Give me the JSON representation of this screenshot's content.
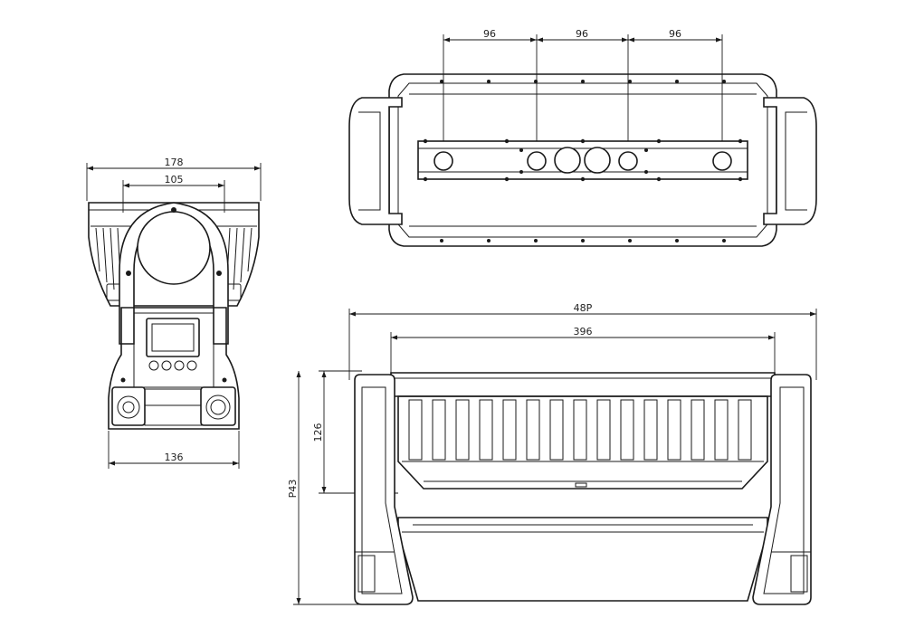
{
  "dimensions": {
    "front_width_top": "178",
    "front_width_inner": "105",
    "front_width_base": "136",
    "top_spacing_1": "96",
    "top_spacing_2": "96",
    "top_spacing_3": "96",
    "side_overall_width": "48P",
    "side_bar_width": "396",
    "side_head_height": "126",
    "side_overall_height": "P43"
  }
}
